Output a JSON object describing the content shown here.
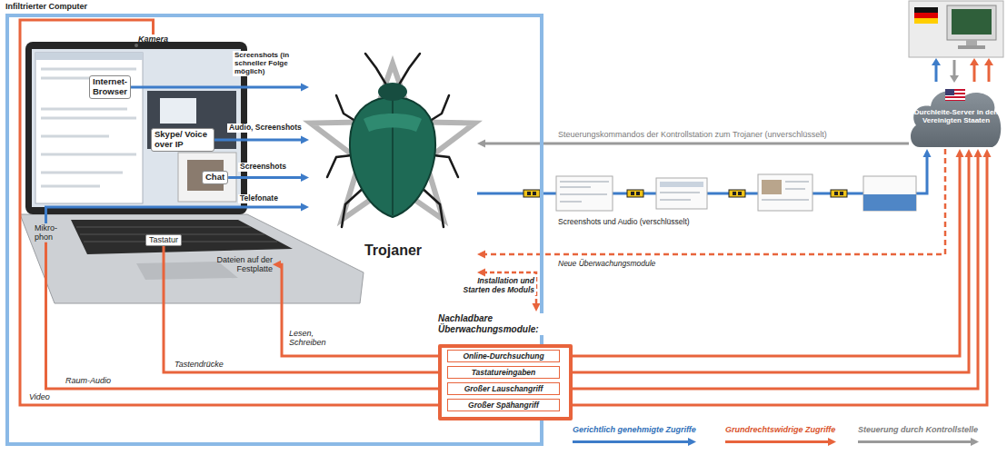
{
  "diagram": {
    "nodes": [
      {
        "text": [
          "Infiltrierter Computer"
        ]
      },
      {
        "text": [
          "Kamera"
        ],
        "in": 0
      },
      {
        "text": [
          "Internet-Browser"
        ],
        "in": 0
      },
      {
        "text": [
          "Skype/ Voice over IP"
        ],
        "in": 0
      },
      {
        "text": [
          "Chat"
        ],
        "in": 0
      },
      {
        "text": [
          "Mikro-phon"
        ],
        "in": 0
      },
      {
        "text": [
          "Tastatur"
        ],
        "in": 0
      },
      {
        "text": [
          "Dateien auf der Festplatte"
        ],
        "in": 0
      },
      {
        "text": [
          "Trojaner"
        ],
        "in": 0
      },
      {
        "text": [
          "Nachladbare Überwachungsmodule:"
        ]
      },
      {
        "text": [
          "Online-Durchsuchung"
        ],
        "in": 9
      },
      {
        "text": [
          "Tastatureingaben"
        ],
        "in": 9
      },
      {
        "text": [
          "Großer Lauschangriff"
        ],
        "in": 9
      },
      {
        "text": [
          "Großer Spähangriff"
        ],
        "in": 9
      },
      {
        "text": [
          "Durchleite-Server in den Vereinigten Staaten"
        ]
      }
    ],
    "edges": [
      {
        "from": 2,
        "to": 8,
        "label": "Screenshots (in schneller Folge möglich)",
        "arrow": "to"
      },
      {
        "from": 3,
        "to": 8,
        "label": "Audio, Screenshots",
        "arrow": "to"
      },
      {
        "from": 4,
        "to": 8,
        "label": "Screenshots",
        "arrow": "to"
      },
      {
        "from": 5,
        "to": 8,
        "label": "Telefonate",
        "arrow": "to"
      },
      {
        "from": 8,
        "to": 14,
        "label": "Screenshots und Audio (verschlüsselt)",
        "arrow": "to"
      },
      {
        "from": 14,
        "to": 8,
        "label": "Steuerungskommandos der Kontrollstation zum Trojaner (unverschlüsselt)",
        "arrow": "to"
      },
      {
        "from": 14,
        "to": 8,
        "label": "Neue Überwachungsmodule",
        "arrow": "to"
      },
      {
        "from": 8,
        "to": 9,
        "label": "Installation und Starten des Moduls",
        "arrow": "both"
      },
      {
        "from": 7,
        "to": 10,
        "label": "Lesen, Schreiben",
        "arrow": "both"
      },
      {
        "from": 6,
        "to": 11,
        "label": "Tastendrücke",
        "arrow": "to"
      },
      {
        "from": 5,
        "to": 12,
        "label": "Raum-Audio",
        "arrow": "to"
      },
      {
        "from": 1,
        "to": 13,
        "label": "Video",
        "arrow": "to"
      },
      {
        "from": 10,
        "to": 14,
        "arrow": "to"
      },
      {
        "from": 11,
        "to": 14,
        "arrow": "to"
      },
      {
        "from": 12,
        "to": 14,
        "arrow": "to"
      },
      {
        "from": 13,
        "to": 14,
        "arrow": "to"
      }
    ],
    "legend": [
      {
        "text": "Gerichtlich genehmigte Zugriffe"
      },
      {
        "text": "Grundrechtswidrige Zugriffe"
      },
      {
        "text": "Steuerung durch Kontrollstelle"
      }
    ]
  }
}
